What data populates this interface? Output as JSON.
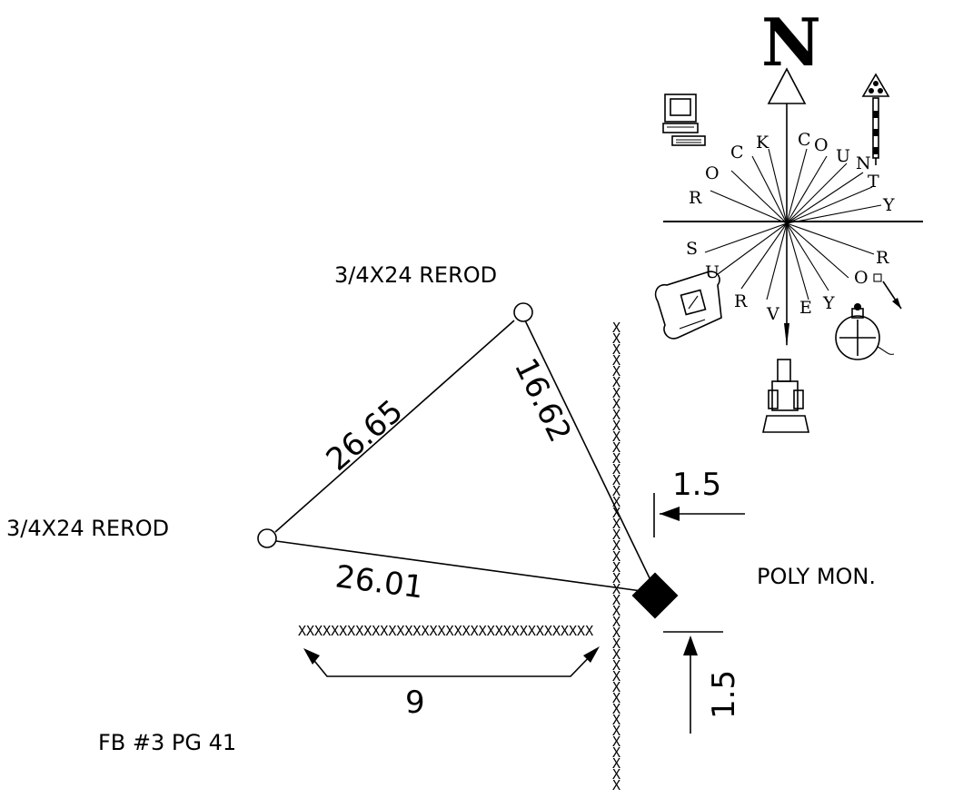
{
  "monuments": {
    "rerod_top": "3/4X24 REROD",
    "rerod_left": "3/4X24 REROD",
    "poly_mon": "POLY MON."
  },
  "distances": {
    "left_to_top": "26.65",
    "top_to_mon": "16.62",
    "left_to_mon": "26.01",
    "fence_offset": "9",
    "offset_east": "1.5",
    "offset_south": "1.5"
  },
  "field_book_ref": "FB #3 PG 41",
  "compass": {
    "north_letter": "N",
    "ring_top": [
      "R",
      "O",
      "C",
      "K",
      "C",
      "O",
      "U",
      "N",
      "T",
      "Y"
    ],
    "ring_bottom": [
      "S",
      "U",
      "R",
      "V",
      "E",
      "Y",
      "O",
      "R"
    ]
  }
}
